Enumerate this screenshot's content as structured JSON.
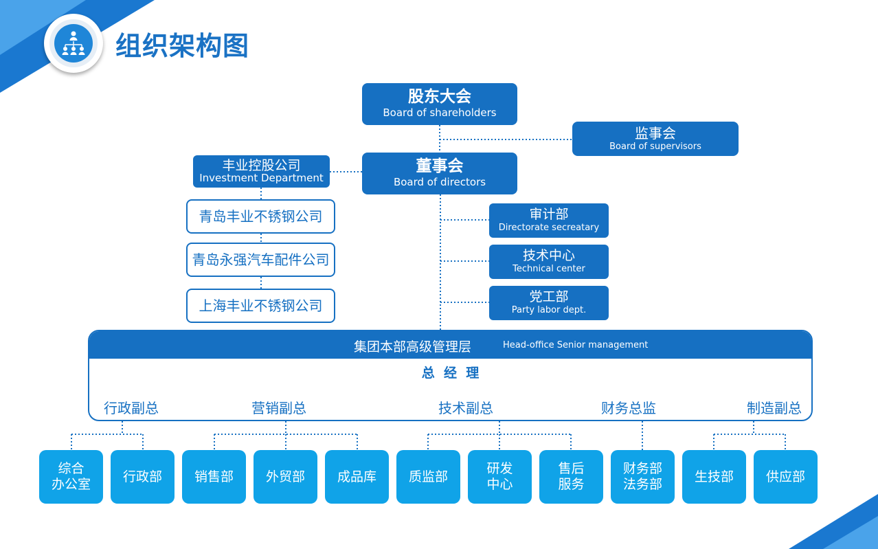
{
  "header": {
    "title": "组织架构图",
    "icon": "org-chart-icon"
  },
  "top": {
    "shareholders": {
      "cn": "股东大会",
      "en": "Board of shareholders"
    },
    "supervisors": {
      "cn": "监事会",
      "en": "Board of supervisors"
    },
    "directors": {
      "cn": "董事会",
      "en": "Board of directors"
    }
  },
  "investment": {
    "head": {
      "cn": "丰业控股公司",
      "en": "Investment Department"
    },
    "companies": [
      "青岛丰业不锈钢公司",
      "青岛永强汽车配件公司",
      "上海丰业不锈钢公司"
    ]
  },
  "staff_units": [
    {
      "cn": "审计部",
      "en": "Directorate secreatary"
    },
    {
      "cn": "技术中心",
      "en": "Technical center"
    },
    {
      "cn": "党工部",
      "en": "Party labor dept."
    }
  ],
  "senior": {
    "cn": "集团本部高级管理层",
    "en": "Head-office Senior management",
    "gm": "总  经  理",
    "vps": [
      "行政副总",
      "营销副总",
      "技术副总",
      "财务总监",
      "制造副总"
    ]
  },
  "departments": [
    {
      "line1": "综合",
      "line2": "办公室"
    },
    {
      "line1": "行政部",
      "line2": ""
    },
    {
      "line1": "销售部",
      "line2": ""
    },
    {
      "line1": "外贸部",
      "line2": ""
    },
    {
      "line1": "成品库",
      "line2": ""
    },
    {
      "line1": "质监部",
      "line2": ""
    },
    {
      "line1": "研发",
      "line2": "中心"
    },
    {
      "line1": "售后",
      "line2": "服务"
    },
    {
      "line1": "财务部",
      "line2": "法务部"
    },
    {
      "line1": "生技部",
      "line2": ""
    },
    {
      "line1": "供应部",
      "line2": ""
    }
  ],
  "colors": {
    "dark": "#1670c2",
    "light": "#10a3e8",
    "title": "#1a72c4"
  }
}
